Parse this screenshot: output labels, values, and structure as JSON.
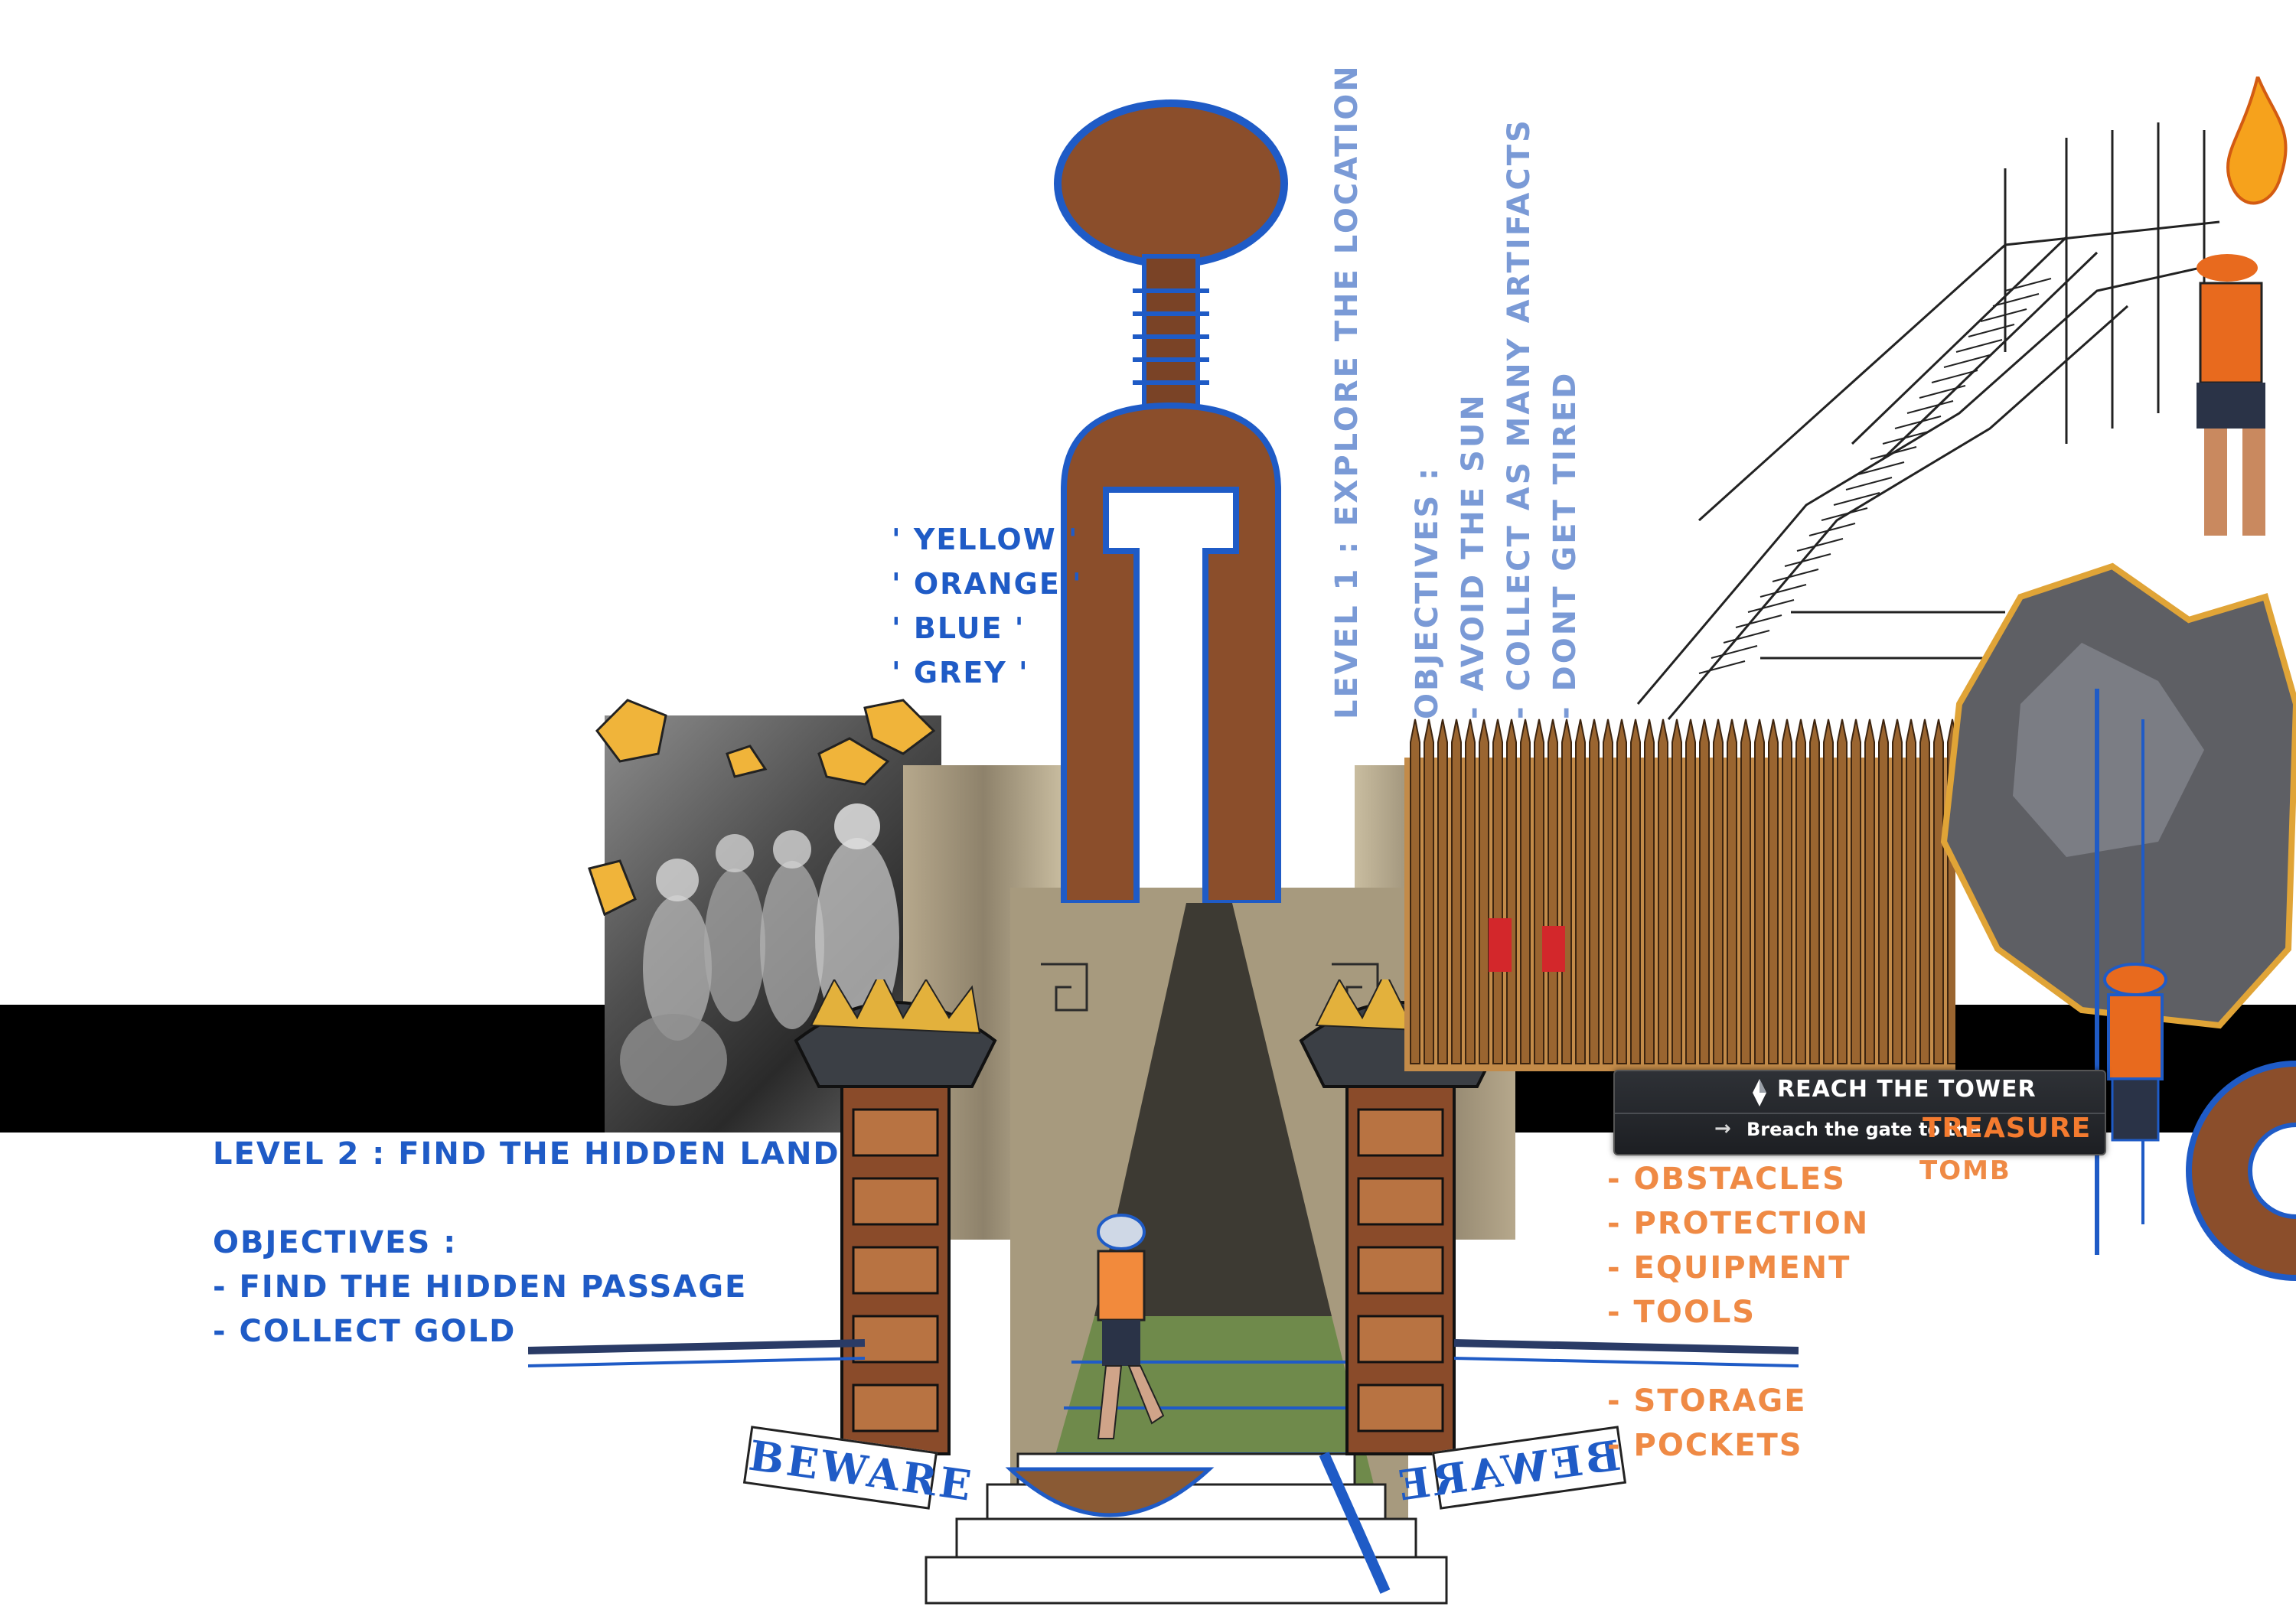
{
  "colors": {
    "accent_blue": "#1f5bc6",
    "light_blue": "#7a9ad6",
    "accent_orange": "#ef8a45",
    "treasure_orange": "#f47b2f",
    "hud_dark": "#2a2d31",
    "band_black": "#000000"
  },
  "level2": {
    "title": "LEVEL 2 : FIND THE HIDDEN LAND",
    "objectives_heading": "OBJECTIVES :",
    "objectives": [
      "- FIND THE HIDDEN PASSAGE",
      "- COLLECT GOLD"
    ]
  },
  "palette_words": [
    "' YELLOW '",
    "' ORANGE '",
    "' BLUE '",
    "' GREY '"
  ],
  "level1": {
    "title": "LEVEL 1 : EXPLORE THE LOCATION",
    "objectives_heading": "OBJECTIVES :",
    "objectives": [
      "- AVOID THE SUN",
      "- COLLECT AS MANY ARTIFACTS",
      "- DONT GET TIRED"
    ]
  },
  "hud": {
    "objective_icon": "compass-needle-icon",
    "arrow_icon": "arrow-right-icon",
    "headline": "REACH THE TOWER",
    "subline_prefix": "Breach the gate to the",
    "subline_highlight": "TREASURE",
    "subline_suffix": "TOMB"
  },
  "checklist": {
    "group1": [
      "- OBSTACLES",
      "- PROTECTION",
      "- EQUIPMENT",
      "- TOOLS"
    ],
    "group2": [
      "- STORAGE",
      "- POCKETS"
    ]
  },
  "signs": {
    "left": "BEWARE",
    "right": "BEWARE"
  }
}
